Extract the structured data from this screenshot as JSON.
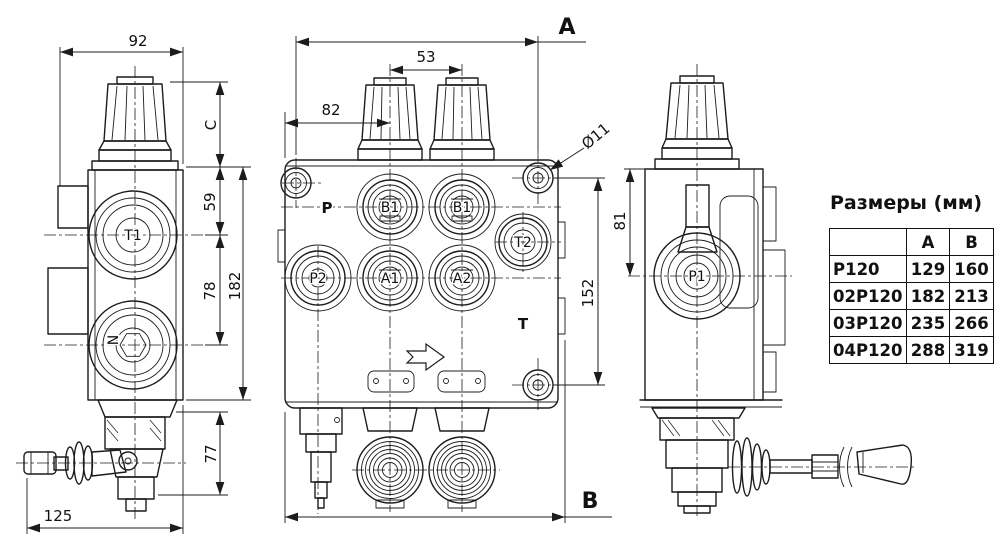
{
  "table": {
    "title": "Размеры (мм)",
    "columns": {
      "a": "A",
      "b": "B"
    },
    "rows": [
      {
        "model": "P120",
        "a": "129",
        "b": "160"
      },
      {
        "model": "02P120",
        "a": "182",
        "b": "213"
      },
      {
        "model": "03P120",
        "a": "235",
        "b": "266"
      },
      {
        "model": "04P120",
        "a": "288",
        "b": "319"
      }
    ]
  },
  "views": {
    "left": {
      "dims": {
        "top_width": "92",
        "knob_height": "C",
        "port1_offset": "59",
        "port_spacing": "78",
        "body_height": "182",
        "lever_height": "77",
        "bottom_width": "125"
      },
      "ports": {
        "t1": "T1",
        "n": "N"
      }
    },
    "front": {
      "dims": {
        "overall_width_label": "A",
        "knob_spacing": "53",
        "knob_offset": "82",
        "mount_hole_dia": "Ø11",
        "mount_hole_spacing": "152",
        "bottom_width_label": "B"
      },
      "ports": {
        "p": "P",
        "b1_left": "B1",
        "b1_right": "B1",
        "t2": "T2",
        "p2": "P2",
        "a1": "A1",
        "a2": "A2",
        "t": "T"
      }
    },
    "right": {
      "dims": {
        "port_offset": "81"
      },
      "ports": {
        "p1": "P1"
      }
    }
  }
}
